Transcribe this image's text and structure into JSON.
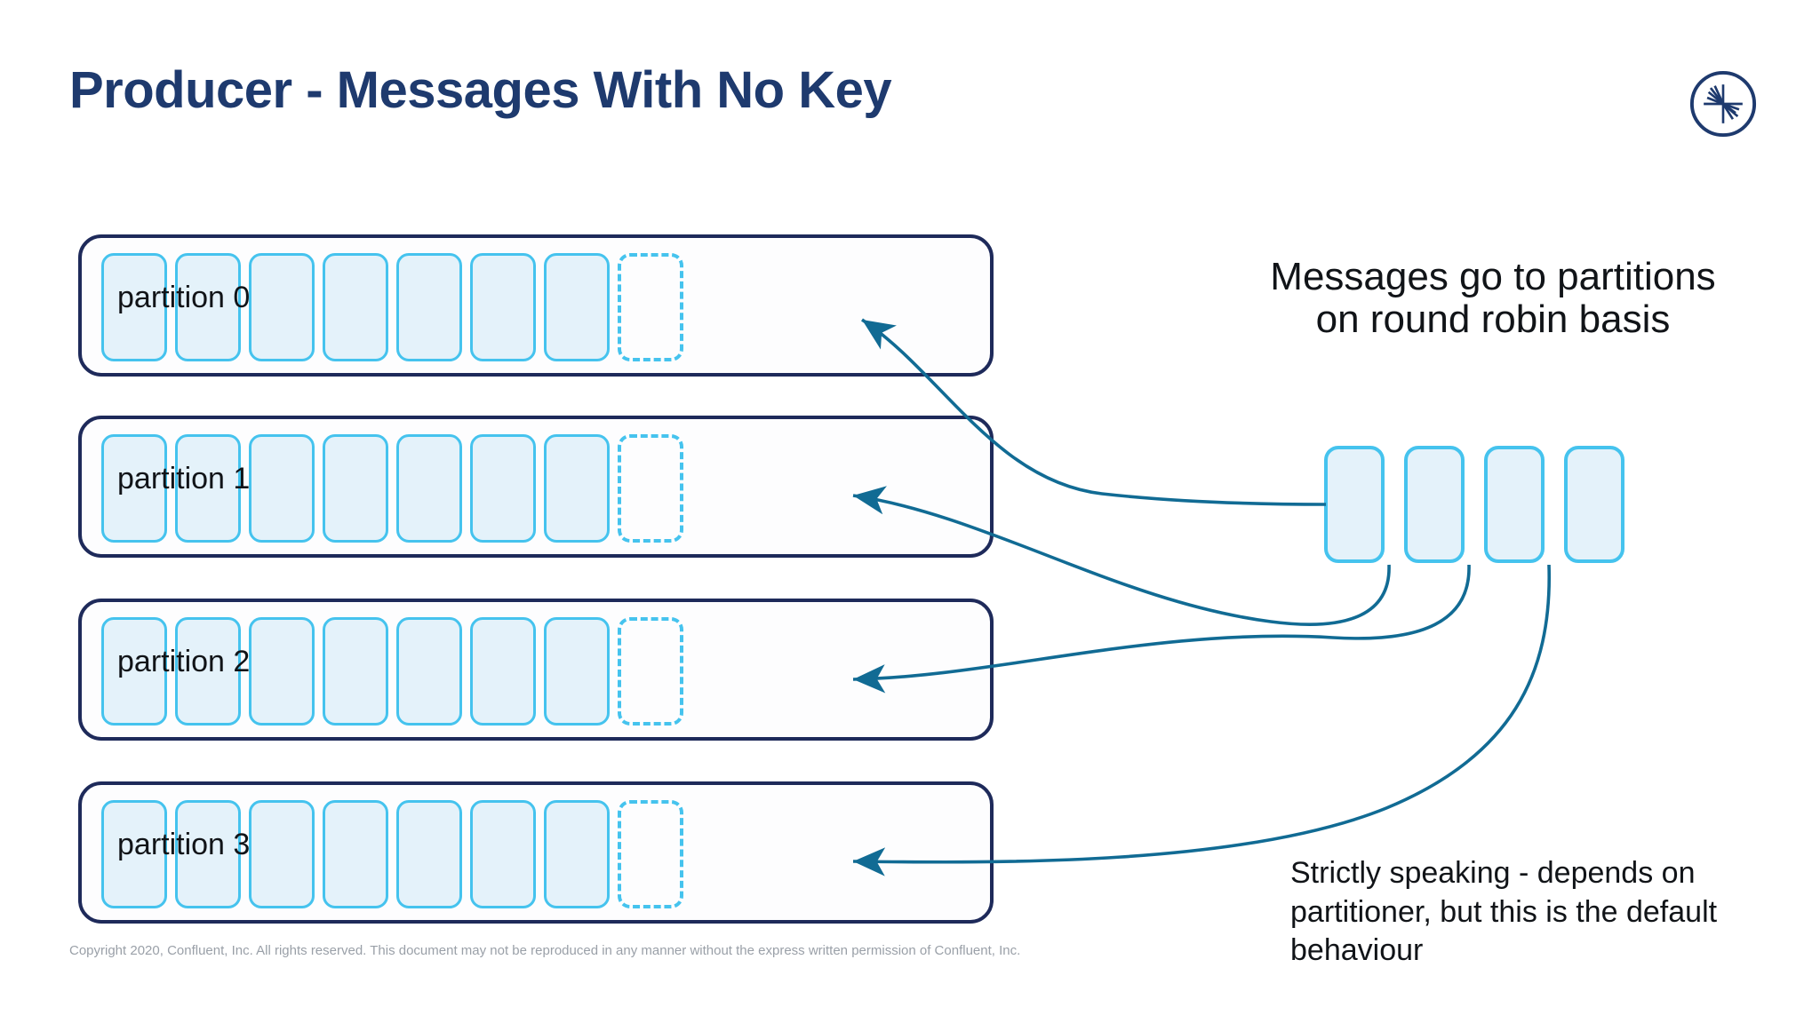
{
  "slide": {
    "title": "Producer - Messages With No Key",
    "logo_icon": "confluent-starburst-logo-icon",
    "background_color": "#ffffff",
    "title_color": "#1e3a6e"
  },
  "colors": {
    "title_navy": "#1e3a6e",
    "row_border_navy": "#1e2a5a",
    "cell_border_cyan": "#45c3ee",
    "cell_fill_light_blue": "#e4f2fa",
    "arrow_teal": "#116b94",
    "footer_grey": "#9aa0a8",
    "body_text": "#111418"
  },
  "partitions": [
    {
      "label": "partition 0",
      "filled_cells": 7,
      "empty_cells": 1
    },
    {
      "label": "partition 1",
      "filled_cells": 7,
      "empty_cells": 1
    },
    {
      "label": "partition 2",
      "filled_cells": 7,
      "empty_cells": 1
    },
    {
      "label": "partition 3",
      "filled_cells": 7,
      "empty_cells": 1
    }
  ],
  "incoming_messages": {
    "count": 4,
    "boxes": [
      {
        "name": "message-1"
      },
      {
        "name": "message-2"
      },
      {
        "name": "message-3"
      },
      {
        "name": "message-4"
      }
    ]
  },
  "arrows": [
    {
      "from": "message-1",
      "to": "partition 0"
    },
    {
      "from": "message-2",
      "to": "partition 1"
    },
    {
      "from": "message-3",
      "to": "partition 2"
    },
    {
      "from": "message-4",
      "to": "partition 3"
    }
  ],
  "notes": {
    "main": "Messages go to partitions on round robin basis",
    "sub": "Strictly speaking - depends on partitioner, but this is the default behaviour"
  },
  "footer": {
    "copyright": "Copyright 2020, Confluent, Inc. All rights reserved. This document may not be reproduced in any manner without the express written permission of Confluent, Inc."
  }
}
